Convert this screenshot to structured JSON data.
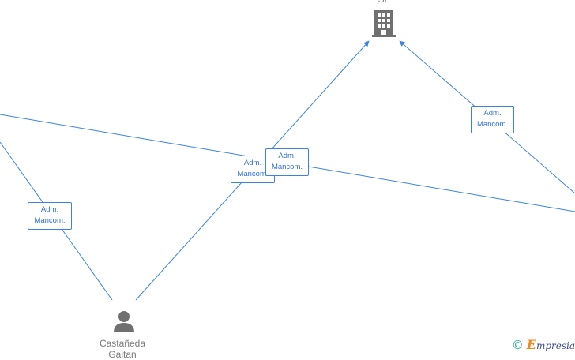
{
  "nodes": {
    "company": {
      "label": "SL",
      "icon": "building-icon"
    },
    "person": {
      "label_line1": "Castañeda",
      "label_line2": "Gaitan",
      "icon": "person-icon"
    }
  },
  "edges": [
    {
      "label_line1": "Adm.",
      "label_line2": "Mancom."
    },
    {
      "label_line1": "Adm.",
      "label_line2": "Mancom."
    },
    {
      "label_line1": "Adm.",
      "label_line2": "Mancom."
    },
    {
      "label_line1": "Adm.",
      "label_line2": "Mancom."
    }
  ],
  "watermark": {
    "symbol": "©",
    "initial": "E",
    "brand": "mpresia"
  },
  "colors": {
    "edge": "#3b82e0",
    "icon": "#707070",
    "label_text": "#2f6fd6"
  }
}
